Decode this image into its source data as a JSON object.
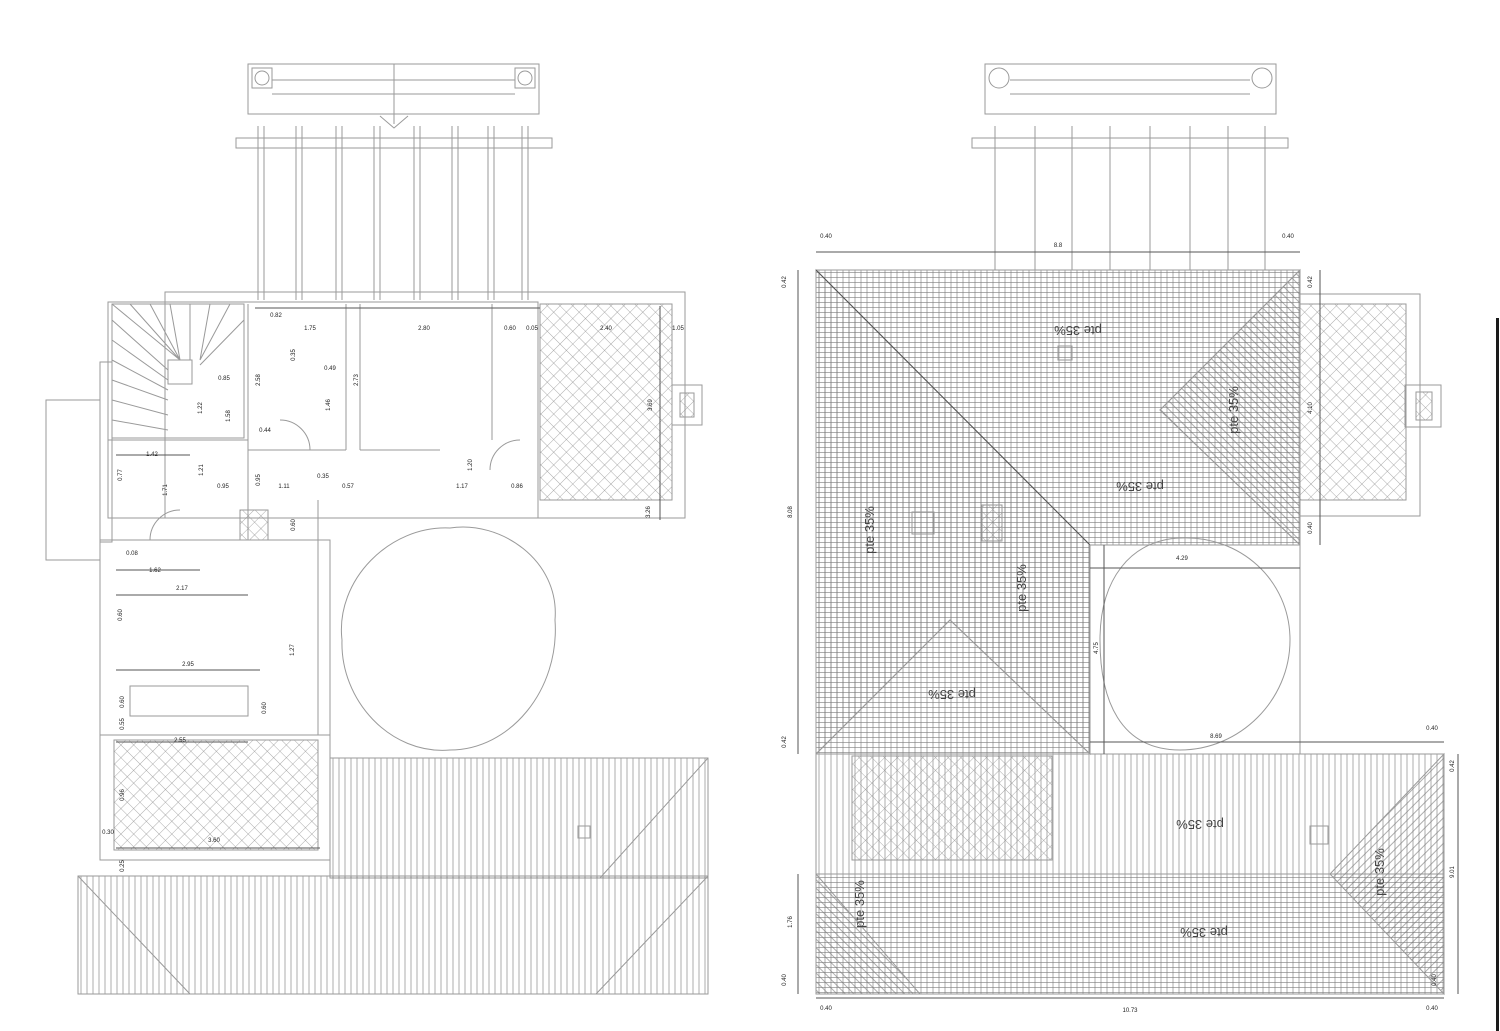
{
  "colors": {
    "line": "#9a9a9a",
    "dark": "#555555",
    "text": "#222222",
    "bg": "#ffffff"
  },
  "plan_left": {
    "dimensions": [
      "0.82",
      "1.75",
      "2.80",
      "0.60",
      "0.05",
      "2.40",
      "1.05",
      "0.35",
      "0.49",
      "0.85",
      "2.58",
      "2.73",
      "1.22",
      "1.58",
      "1.46",
      "0.44",
      "1.42",
      "0.77",
      "1.71",
      "1.21",
      "0.95",
      "0.95",
      "1.11",
      "0.35",
      "0.57",
      "1.20",
      "1.17",
      "0.86",
      "3.69",
      "3.26",
      "0.60",
      "0.08",
      "1.62",
      "2.17",
      "0.60",
      "2.95",
      "1.27",
      "0.60",
      "0.55",
      "0.60",
      "2.55",
      "0.96",
      "0.30",
      "3.60",
      "0.25"
    ]
  },
  "plan_right": {
    "dimensions": [
      "0.40",
      "8.8",
      "0.40",
      "0.42",
      "0.42",
      "4.10",
      "8.08",
      "0.40",
      "4.29",
      "4.75",
      "0.42",
      "0.40",
      "8.69",
      "0.42",
      "9.01",
      "1.76",
      "0.40",
      "0.40",
      "0.40",
      "10.73",
      "0.40"
    ],
    "slopes": [
      "pte 35%",
      "pte 35%",
      "pte 35%",
      "pte 35%",
      "pte 35%",
      "pte 35%",
      "pte 35%",
      "pte 35%",
      "pte 35%",
      "pte 35%"
    ]
  }
}
